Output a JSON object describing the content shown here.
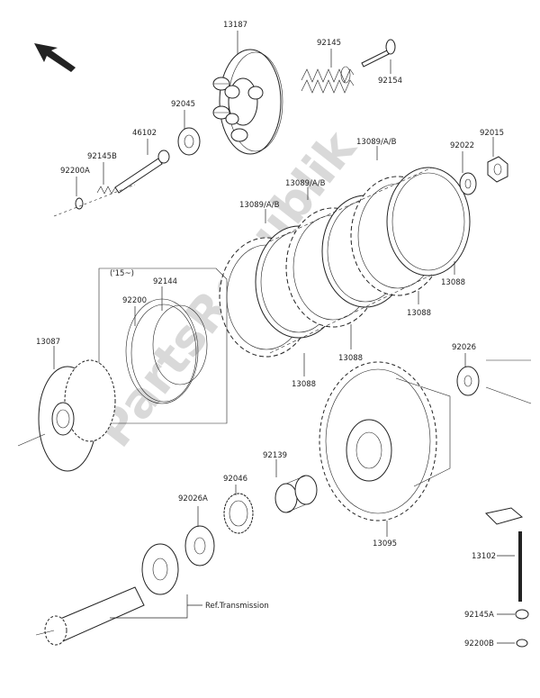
{
  "labels": {
    "p13187": "13187",
    "p92145": "92145",
    "p92154": "92154",
    "p92045": "92045",
    "p46102": "46102",
    "p92145b": "92145B",
    "p92200a": "92200A",
    "p13089_1": "13089/A/B",
    "p13089_2": "13089/A/B",
    "p13089_3": "13089/A/B",
    "p92022": "92022",
    "p92015": "92015",
    "p13088_1": "13088",
    "p13088_2": "13088",
    "p13088_3": "13088",
    "p13088_4": "13088",
    "p15": "('15~)",
    "p92144": "92144",
    "p92200": "92200",
    "p13087": "13087",
    "p92026": "92026",
    "p92139": "92139",
    "p92046": "92046",
    "p92026a": "92026A",
    "p13095": "13095",
    "p13102": "13102",
    "p92145a": "92145A",
    "p92200b": "92200B",
    "ref": "Ref.Transmission"
  },
  "watermark": "PartsRepublik",
  "icons": {
    "front_arrow": "direction-arrow-icon",
    "gear": "gear-logo-icon"
  }
}
